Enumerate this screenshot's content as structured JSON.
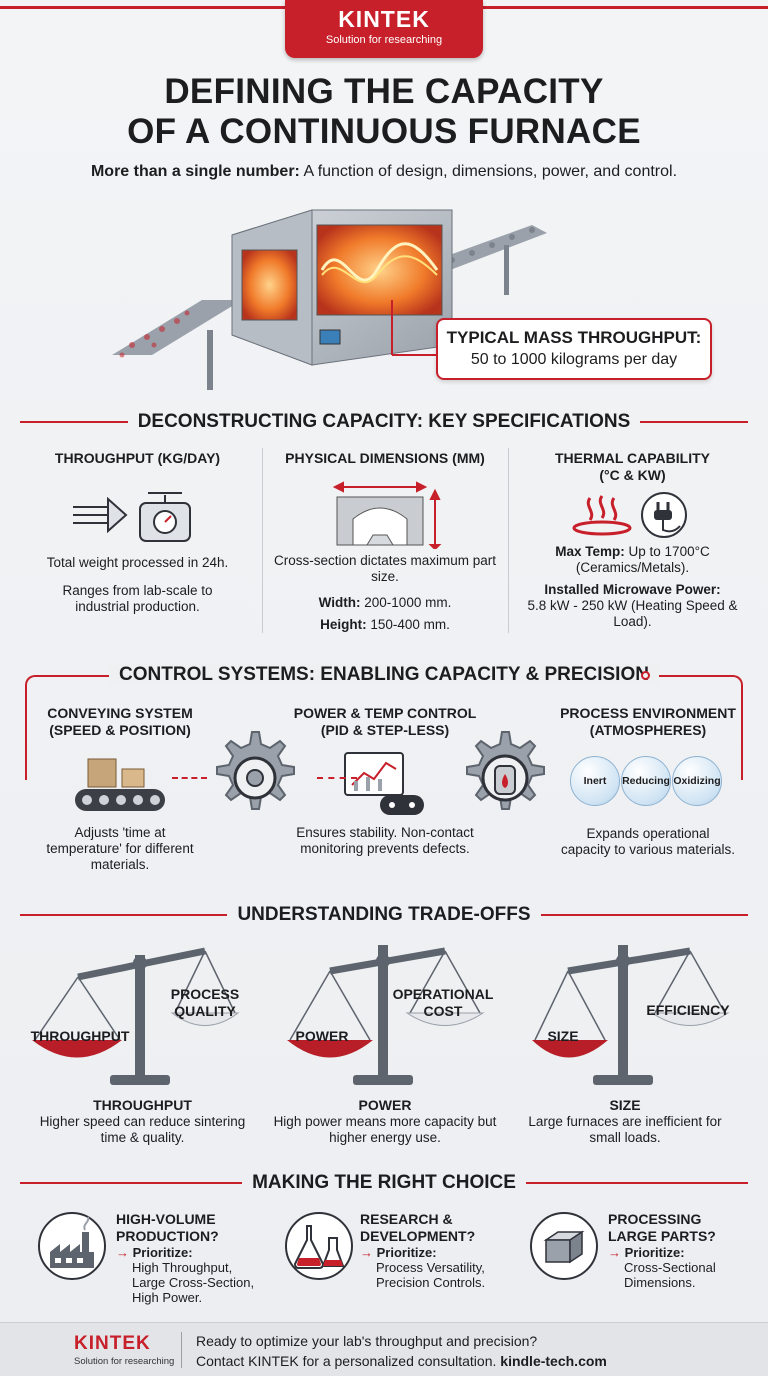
{
  "brand": {
    "name": "KINTEK",
    "tagline": "Solution for researching"
  },
  "title": {
    "line1": "DEFINING THE CAPACITY",
    "line2": "OF A CONTINUOUS FURNACE"
  },
  "subtitle": {
    "lead": "More than a single number:",
    "rest": " A function of design, dimensions, power, and control."
  },
  "callout": {
    "heading": "TYPICAL MASS THROUGHPUT:",
    "value": "50 to 1000 kilograms per day"
  },
  "specs": {
    "heading": "DECONSTRUCTING CAPACITY: KEY SPECIFICATIONS",
    "throughput": {
      "heading": "THROUGHPUT (KG/DAY)",
      "p1": "Total weight processed in 24h.",
      "p2": "Ranges from lab-scale to industrial production."
    },
    "dimensions": {
      "heading": "PHYSICAL DIMENSIONS (MM)",
      "p1": "Cross-section dictates maximum part size.",
      "width_label": "Width:",
      "width_value": " 200-1000 mm.",
      "height_label": "Height:",
      "height_value": " 150-400 mm."
    },
    "thermal": {
      "heading_l1": "THERMAL CAPABILITY",
      "heading_l2": "(°C & KW)",
      "temp_label": "Max Temp:",
      "temp_value": " Up to 1700°C (Ceramics/Metals).",
      "power_label": "Installed Microwave Power:",
      "power_value": "5.8 kW - 250 kW (Heating Speed & Load)."
    }
  },
  "control": {
    "heading": "CONTROL SYSTEMS: ENABLING CAPACITY & PRECISION",
    "conveying": {
      "h1": "CONVEYING SYSTEM",
      "h2": "(SPEED & POSITION)",
      "desc": "Adjusts 'time at temperature' for different materials."
    },
    "power": {
      "h1": "POWER & TEMP CONTROL",
      "h2": "(PID & STEP-LESS)",
      "desc": "Ensures stability. Non-contact monitoring prevents defects."
    },
    "environment": {
      "h1": "PROCESS ENVIRONMENT",
      "h2": "(ATMOSPHERES)",
      "desc": "Expands operational capacity to various materials.",
      "bubbles": [
        "Inert",
        "Reducing",
        "Oxidizing"
      ]
    }
  },
  "tradeoffs": {
    "heading": "UNDERSTANDING TRADE-OFFS",
    "items": [
      {
        "left": "THROUGHPUT",
        "right_l1": "PROCESS",
        "right_l2": "QUALITY",
        "title": "THROUGHPUT",
        "desc": "Higher speed can reduce sintering time & quality."
      },
      {
        "left": "POWER",
        "right_l1": "OPERATIONAL",
        "right_l2": "COST",
        "title": "POWER",
        "desc": "High power means more capacity but higher energy use."
      },
      {
        "left": "SIZE",
        "right_l1": "",
        "right_l2": "EFFICIENCY",
        "title": "SIZE",
        "desc": "Large furnaces are inefficient for small loads."
      }
    ]
  },
  "choice": {
    "heading": "MAKING THE RIGHT CHOICE",
    "items": [
      {
        "h1": "HIGH-VOLUME",
        "h2": "PRODUCTION?",
        "prioritize": "Prioritize:",
        "l1": "High Throughput,",
        "l2": "Large Cross-Section,",
        "l3": "High Power."
      },
      {
        "h1": "RESEARCH &",
        "h2": "DEVELOPMENT?",
        "prioritize": "Prioritize:",
        "l1": "Process Versatility,",
        "l2": "Precision Controls.",
        "l3": ""
      },
      {
        "h1": "PROCESSING",
        "h2": "LARGE PARTS?",
        "prioritize": "Prioritize:",
        "l1": "Cross-Sectional",
        "l2": "Dimensions.",
        "l3": ""
      }
    ]
  },
  "footer": {
    "line1": "Ready to optimize your lab's throughput and precision?",
    "line2": "Contact KINTEK for a personalized consultation. ",
    "url": "kindle-tech.com"
  },
  "colors": {
    "accent": "#c8202a",
    "ink": "#1d1d1f",
    "steel": "#8e959e"
  }
}
